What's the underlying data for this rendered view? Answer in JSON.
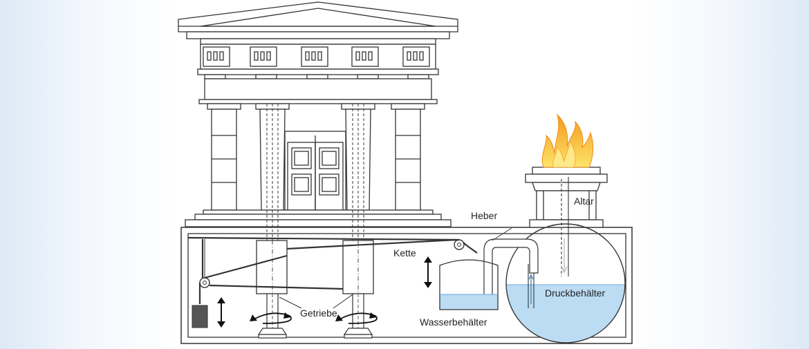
{
  "diagram": {
    "labels": {
      "heber": "Heber",
      "kette": "Kette",
      "altar": "Altar",
      "druckbehaelter": "Druckbehälter",
      "getriebe": "Getriebe",
      "wasserbehaelter": "Wasserbehälter"
    },
    "colors": {
      "line": "#333333",
      "water": "#bcdcf3",
      "water_line": "#6aa9d8",
      "flame_outer": "#f7a823",
      "flame_inner": "#fde36a",
      "weight": "#555555"
    }
  }
}
